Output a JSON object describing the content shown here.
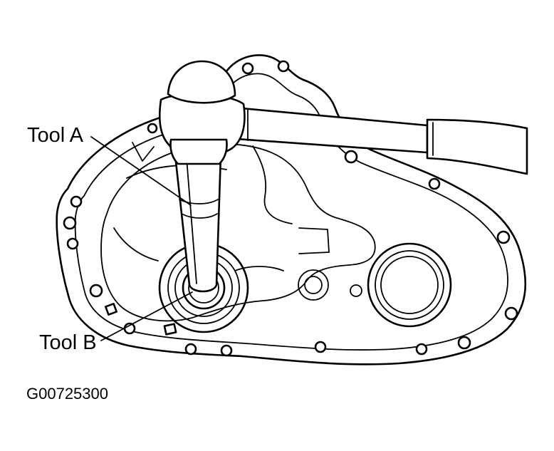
{
  "labels": {
    "tool_a": "Tool A",
    "tool_b": "Tool B"
  },
  "figure_id": "G00725300",
  "colors": {
    "line": "#000000",
    "background": "#ffffff"
  }
}
